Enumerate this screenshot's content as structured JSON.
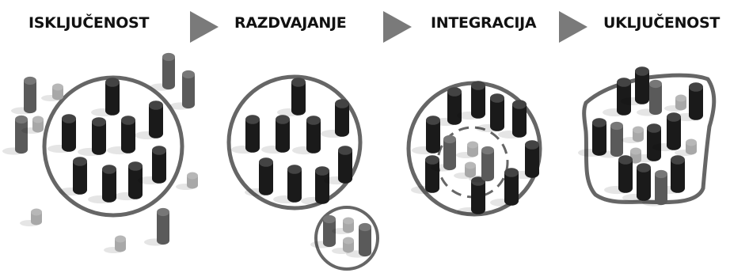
{
  "stages": [
    {
      "label": "ISKLJUČENOST"
    },
    {
      "label": "RAZDVAJANJE"
    },
    {
      "label": "INTEGRACIJA"
    },
    {
      "label": "UKLJUČENOST"
    }
  ],
  "colors": {
    "majority_group": "#1a1a1a",
    "minority_group": "#5a5a5a",
    "small_group": "#a8a8a8",
    "outline": "#666666",
    "arrow": "#7a7a7a"
  }
}
